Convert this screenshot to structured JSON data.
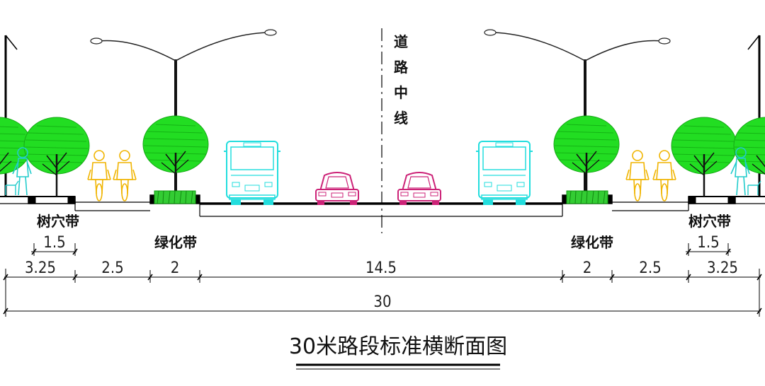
{
  "drawing": {
    "title": "30米路段标准横断面图",
    "centerline_label": [
      "道",
      "路",
      "中",
      "线"
    ],
    "labels": {
      "tree_pit_left": "树穴带",
      "tree_pit_right": "树穴带",
      "green_left": "绿化带",
      "green_right": "绿化带"
    },
    "dimensions": {
      "pit_left": "1.5",
      "pit_right": "1.5",
      "sidewalk_left": "3.25",
      "bike_left": "2.5",
      "green_left": "2",
      "carriageway": "14.5",
      "green_right": "2",
      "bike_right": "2.5",
      "sidewalk_right": "3.25",
      "total": "30"
    },
    "colors": {
      "tree": "#22dd22",
      "grass": "#33cc33",
      "bus": "#22dddd",
      "car": "#cc2277",
      "cyclist": "#f0b400",
      "pedestrian": "#22cccc",
      "line": "#000000"
    }
  }
}
